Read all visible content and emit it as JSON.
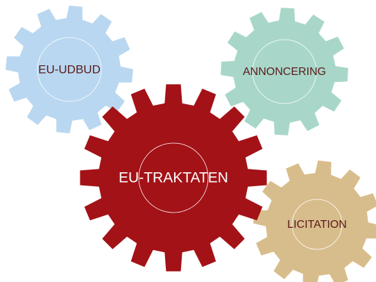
{
  "gears": [
    {
      "id": "eu-udbud",
      "label": "EU-UDBUD",
      "fill": "#b9d7f0",
      "text_color": "#5a1a1a"
    },
    {
      "id": "annoncering",
      "label": "ANNONCERING",
      "fill": "#a8d7c9",
      "text_color": "#5a1a1a"
    },
    {
      "id": "eu-traktaten",
      "label": "EU-TRAKTATEN",
      "fill": "#a31217",
      "text_color": "#ffffff"
    },
    {
      "id": "licitation",
      "label": "LICITATION",
      "fill": "#d8bd8c",
      "text_color": "#5a1a1a"
    }
  ],
  "inner_ring_color": "#ffffff"
}
